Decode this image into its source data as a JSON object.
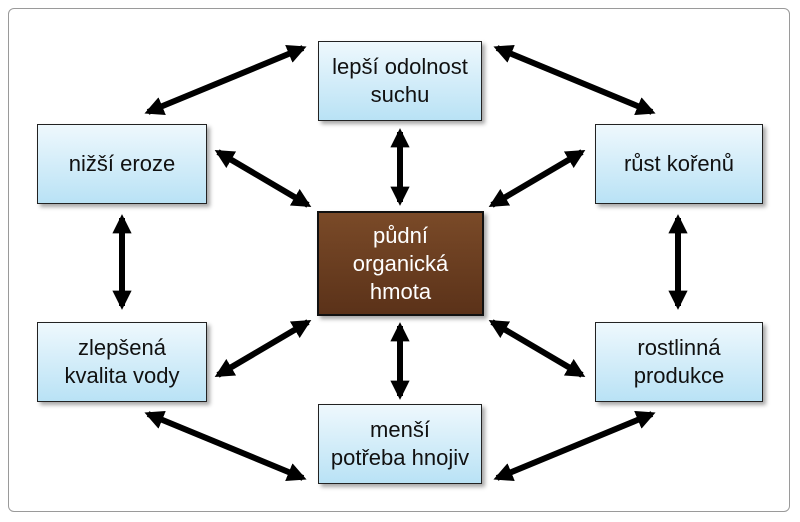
{
  "nodes": {
    "center": "půdní\norganická\nhmota",
    "top": "lepší odolnost\nsuchu",
    "bottom": "menší\npotřeba hnojiv",
    "top_left": "nižší eroze",
    "top_right": "růst kořenů",
    "bottom_left": "zlepšená\nkvalita vody",
    "bottom_right": "rostlinná\nprodukce"
  },
  "colors": {
    "center_fill": "#6b3d20",
    "node_fill_top": "#eef8fd",
    "node_fill_bottom": "#b9e2f5",
    "arrow": "#000000"
  }
}
